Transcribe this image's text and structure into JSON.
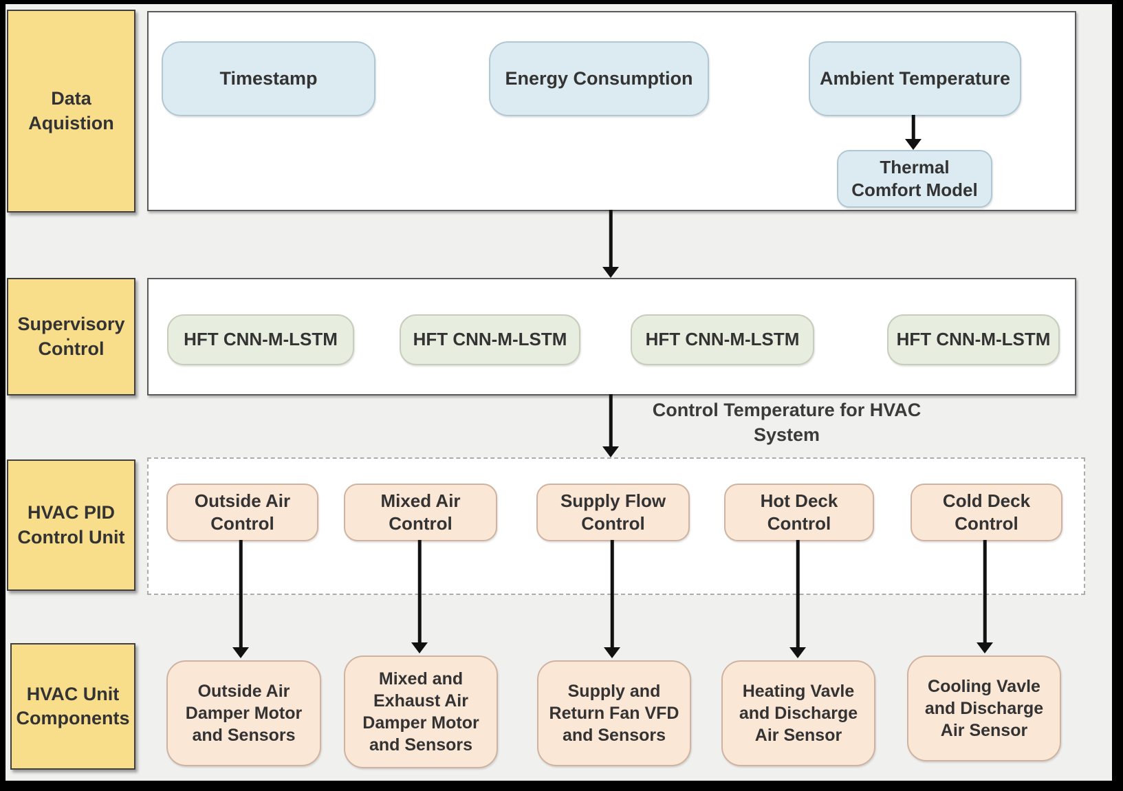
{
  "diagram": {
    "title_hint": "HVAC supervisory control architecture block diagram",
    "colors": {
      "frame": "#000000",
      "background": "#f0f0ef",
      "row_label_fill": "#f8de8b",
      "data_node_fill": "#dcebf1",
      "model_node_fill": "#e8eedf",
      "control_node_fill": "#fbe7d6",
      "container_border": "#595959",
      "arrow": "#111111",
      "text": "#333333"
    },
    "rows": [
      {
        "id": "data-acquisition",
        "side_label": "Data\nAquistion",
        "nodes": [
          {
            "id": "timestamp",
            "label": "Timestamp"
          },
          {
            "id": "energy-consumption",
            "label": "Energy Consumption"
          },
          {
            "id": "ambient-temperature",
            "label": "Ambient Temperature"
          },
          {
            "id": "thermal-comfort-model",
            "label": "Thermal\nComfort Model"
          }
        ]
      },
      {
        "id": "supervisory-control",
        "side_label": "Supervisory\nControl",
        "stray_dot": ".",
        "nodes": [
          {
            "id": "hft-cnn-m-lstm-1",
            "label": "HFT CNN-M-LSTM"
          },
          {
            "id": "hft-cnn-m-lstm-2",
            "label": "HFT CNN-M-LSTM"
          },
          {
            "id": "hft-cnn-m-lstm-3",
            "label": "HFT CNN-M-LSTM"
          },
          {
            "id": "hft-cnn-m-lstm-4",
            "label": "HFT CNN-M-LSTM"
          }
        ]
      },
      {
        "id": "hvac-pid-control-unit",
        "side_label": "HVAC PID\nControl Unit",
        "nodes": [
          {
            "id": "outside-air-control",
            "label": "Outside Air\nControl"
          },
          {
            "id": "mixed-air-control",
            "label": "Mixed Air\nControl"
          },
          {
            "id": "supply-flow-control",
            "label": "Supply Flow\nControl"
          },
          {
            "id": "hot-deck-control",
            "label": "Hot Deck\nControl"
          },
          {
            "id": "cold-deck-control",
            "label": "Cold Deck\nControl"
          }
        ]
      },
      {
        "id": "hvac-unit-components",
        "side_label": "HVAC Unit\nComponents",
        "nodes": [
          {
            "id": "outside-air-damper",
            "label": "Outside Air\nDamper Motor\nand Sensors"
          },
          {
            "id": "mixed-exhaust-damper",
            "label": "Mixed and\nExhaust Air\nDamper Motor\nand Sensors"
          },
          {
            "id": "supply-return-fan",
            "label": "Supply and\nReturn Fan VFD\nand Sensors"
          },
          {
            "id": "heating-valve",
            "label": "Heating Vavle\nand Discharge\nAir Sensor"
          },
          {
            "id": "cooling-valve",
            "label": "Cooling Vavle\nand Discharge\nAir Sensor"
          }
        ]
      }
    ],
    "caption": "Control Temperature for HVAC\nSystem",
    "connectors": [
      {
        "from": "ambient-temperature",
        "to": "thermal-comfort-model"
      },
      {
        "from": "data-acquisition-container",
        "to": "supervisory-control-container"
      },
      {
        "from": "supervisory-control-container",
        "to": "hvac-pid-control-unit-container"
      },
      {
        "from": "outside-air-control",
        "to": "outside-air-damper"
      },
      {
        "from": "mixed-air-control",
        "to": "mixed-exhaust-damper"
      },
      {
        "from": "supply-flow-control",
        "to": "supply-return-fan"
      },
      {
        "from": "hot-deck-control",
        "to": "heating-valve"
      },
      {
        "from": "cold-deck-control",
        "to": "cooling-valve"
      }
    ]
  }
}
